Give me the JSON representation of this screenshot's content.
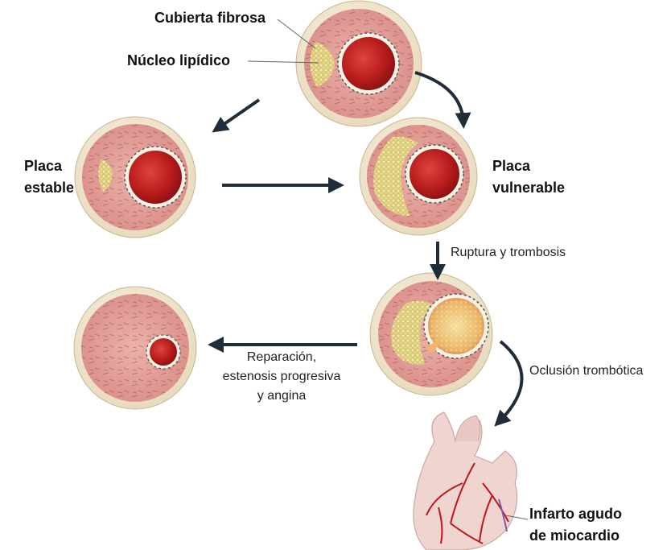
{
  "labels": {
    "fibrous_cap": "Cubierta fibrosa",
    "lipid_core": "Núcleo lipídico",
    "stable_plaque": [
      "Placa",
      "estable"
    ],
    "vulnerable_plaque": [
      "Placa",
      "vulnerable"
    ],
    "rupture": "Ruptura y trombosis",
    "repair": [
      "Reparación,",
      "estenosis progresiva",
      "y angina"
    ],
    "occlusion": "Oclusión trombótica",
    "infarction": [
      "Infarto agudo",
      "de miocardio"
    ]
  },
  "colors": {
    "arrow": "#1f2d3a",
    "vessel_outer": "#f3ead5",
    "vessel_wall": "#e3a19a",
    "lumen": "#b61b1b",
    "lipid": "#e7d88a",
    "thrombus": "#f1c06d",
    "heart": "#efd4cf",
    "coronary": "#c0141a"
  }
}
